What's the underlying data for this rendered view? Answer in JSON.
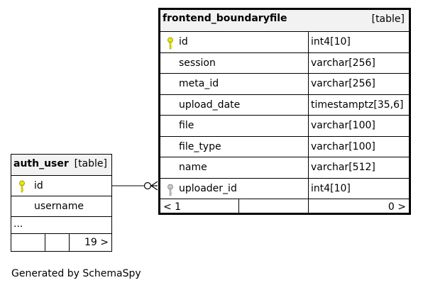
{
  "frontend_boundaryfile": {
    "name": "frontend_boundaryfile",
    "type": "[table]",
    "columns": [
      {
        "name": "id",
        "type": "int4[10]",
        "key": "primary-key-icon"
      },
      {
        "name": "session",
        "type": "varchar[256]",
        "key": ""
      },
      {
        "name": "meta_id",
        "type": "varchar[256]",
        "key": ""
      },
      {
        "name": "upload_date",
        "type": "timestamptz[35,6]",
        "key": ""
      },
      {
        "name": "file",
        "type": "varchar[100]",
        "key": ""
      },
      {
        "name": "file_type",
        "type": "varchar[100]",
        "key": ""
      },
      {
        "name": "name",
        "type": "varchar[512]",
        "key": ""
      },
      {
        "name": "uploader_id",
        "type": "int4[10]",
        "key": "foreign-key-icon"
      }
    ],
    "footer": {
      "parents": "< 1",
      "children": "0 >"
    }
  },
  "auth_user": {
    "name": "auth_user",
    "type": "[table]",
    "columns": [
      {
        "name": "id",
        "key": "primary-key-icon"
      },
      {
        "name": "username",
        "key": ""
      }
    ],
    "more": "...",
    "footer": {
      "children": "19 >"
    }
  },
  "caption": "Generated by SchemaSpy",
  "colors": {
    "primary_key": "#e8e800",
    "foreign_key": "#b3b3b3",
    "header_bg": "#f2f2f2",
    "border": "#000000"
  }
}
